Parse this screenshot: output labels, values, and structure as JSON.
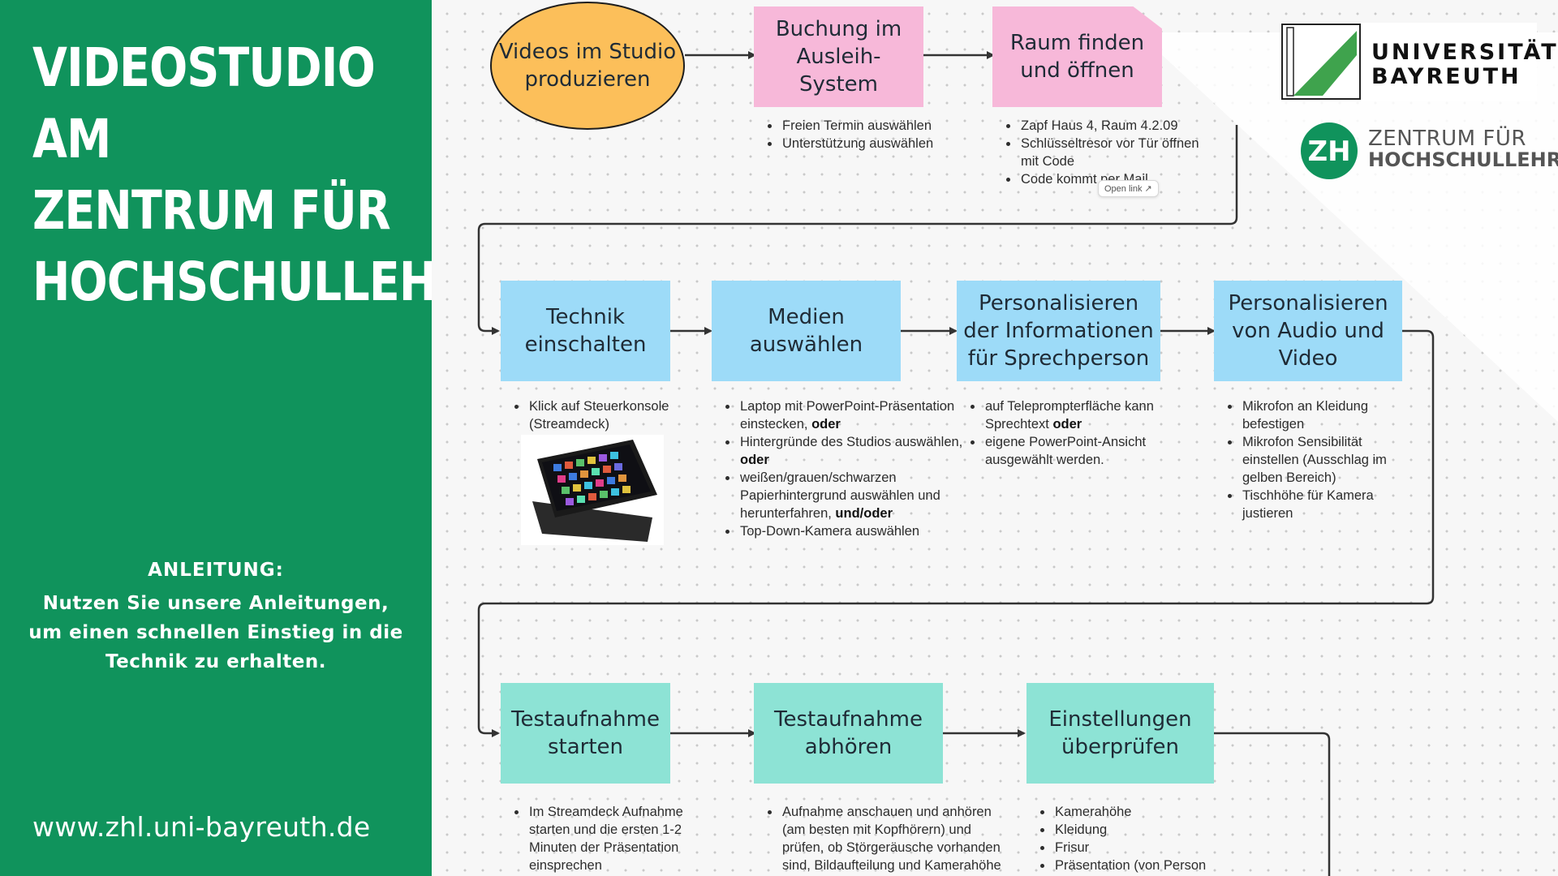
{
  "sidebar": {
    "title_lines": [
      "VIDEOSTUDIO",
      "AM",
      "ZENTRUM FÜR",
      "HOCHSCHULLEHRE"
    ],
    "instruction_heading": "ANLEITUNG:",
    "instruction_text": "Nutzen Sie unsere Anleitungen, um einen schnellen Einstieg in die Technik zu erhalten.",
    "url": "www.zhl.uni-bayreuth.de"
  },
  "logos": {
    "university": [
      "UNIVERSITÄT",
      "BAYREUTH"
    ],
    "zhl": [
      "ZENTRUM FÜR",
      "HOCHSCHULLEHRE"
    ],
    "zhl_mark": "ZH"
  },
  "colors": {
    "sidebar": "#10935c",
    "start_node": "#fcbf5a",
    "pink_node": "#f7b8d9",
    "blue_node": "#9ddbf8",
    "teal_node": "#8de3d5"
  },
  "flow": {
    "start": {
      "label": "Videos im Studio produzieren"
    },
    "row1": [
      {
        "label": "Buchung im Ausleih-System",
        "notes": [
          "Freien Termin auswählen",
          "Unterstützung auswählen"
        ]
      },
      {
        "label": "Raum finden und öffnen",
        "notes": [
          "Zapf Haus 4, Raum 4.2.09",
          "Schlüsseltresor vor Tür öffnen mit Code",
          "Code kommt per Mail"
        ],
        "link_label": "Open link"
      }
    ],
    "row2": [
      {
        "label": "Technik einschalten",
        "notes": [
          "Klick auf Steuerkonsole (Streamdeck)"
        ]
      },
      {
        "label": "Medien auswählen",
        "notes": [
          {
            "pre": "Laptop mit PowerPoint-Präsentation einstecken, ",
            "strong": "oder"
          },
          {
            "pre": "Hintergründe des Studios auswählen, ",
            "strong": "oder"
          },
          {
            "pre": "weißen/grauen/schwarzen Papierhintergrund auswählen und herunterfahren, ",
            "strong": "und/oder"
          },
          {
            "pre": "Top-Down-Kamera auswählen",
            "strong": ""
          }
        ]
      },
      {
        "label": "Personalisieren der Informationen für Sprechperson",
        "notes": [
          {
            "pre": "auf Teleprompterfläche kann Sprechtext ",
            "strong": "oder"
          },
          {
            "pre": "eigene PowerPoint-Ansicht ausgewählt werden.",
            "strong": ""
          }
        ]
      },
      {
        "label": "Personalisieren von Audio und Video",
        "notes": [
          "Mikrofon an Kleidung befestigen",
          "Mikrofon Sensibilität einstellen (Ausschlag im gelben Bereich)",
          "Tischhöhe für Kamera justieren"
        ]
      }
    ],
    "row3": [
      {
        "label": "Testaufnahme starten",
        "notes": [
          "Im Streamdeck Aufnahme starten und die ersten 1-2 Minuten der Präsentation einsprechen"
        ]
      },
      {
        "label": "Testaufnahme abhören",
        "notes": [
          "Aufnahme anschauen und anhören (am besten mit Kopfhörern) und prüfen, ob Störgeräusche vorhanden sind, Bildaufteilung und Kamerahöhe"
        ]
      },
      {
        "label": "Einstellungen überprüfen",
        "notes": [
          "Kamerahöhe",
          "Kleidung",
          "Frisur",
          "Präsentation (von Person"
        ]
      }
    ]
  }
}
